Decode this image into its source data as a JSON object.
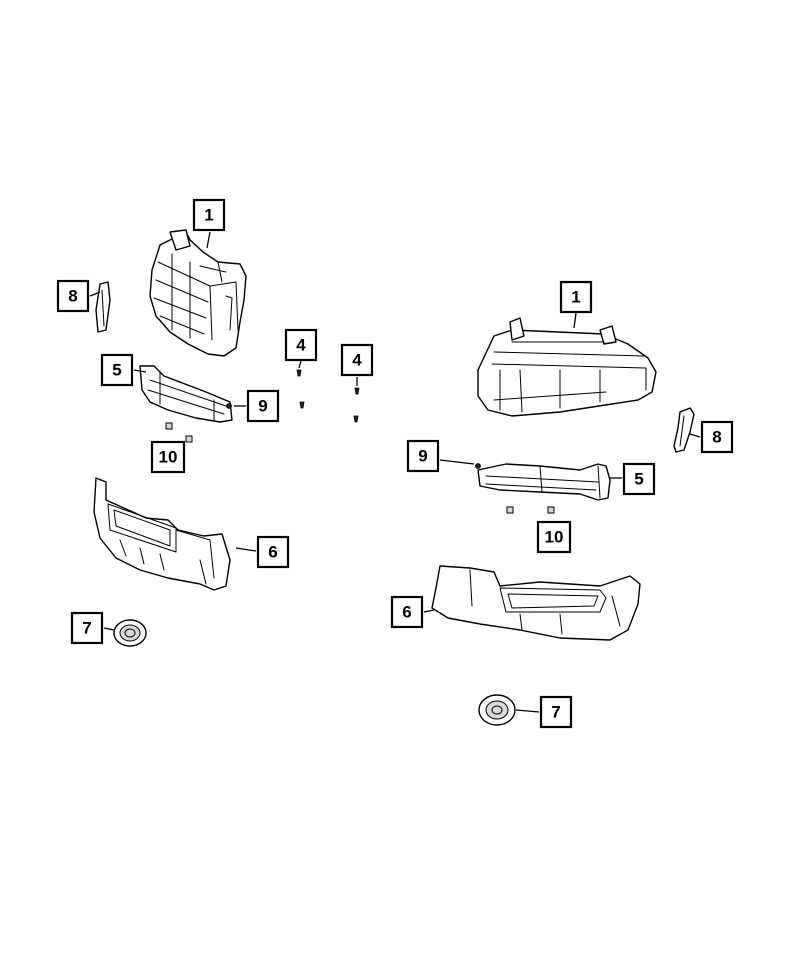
{
  "diagram": {
    "callouts": [
      {
        "id": "L1",
        "label": "1"
      },
      {
        "id": "L8",
        "label": "8"
      },
      {
        "id": "L5",
        "label": "5"
      },
      {
        "id": "L9",
        "label": "9"
      },
      {
        "id": "L10",
        "label": "10"
      },
      {
        "id": "L4a",
        "label": "4"
      },
      {
        "id": "L4b",
        "label": "4"
      },
      {
        "id": "L6",
        "label": "6"
      },
      {
        "id": "L7",
        "label": "7"
      },
      {
        "id": "R1",
        "label": "1"
      },
      {
        "id": "R8",
        "label": "8"
      },
      {
        "id": "R9",
        "label": "9"
      },
      {
        "id": "R5",
        "label": "5"
      },
      {
        "id": "R10",
        "label": "10"
      },
      {
        "id": "R6",
        "label": "6"
      },
      {
        "id": "R7",
        "label": "7"
      }
    ]
  }
}
